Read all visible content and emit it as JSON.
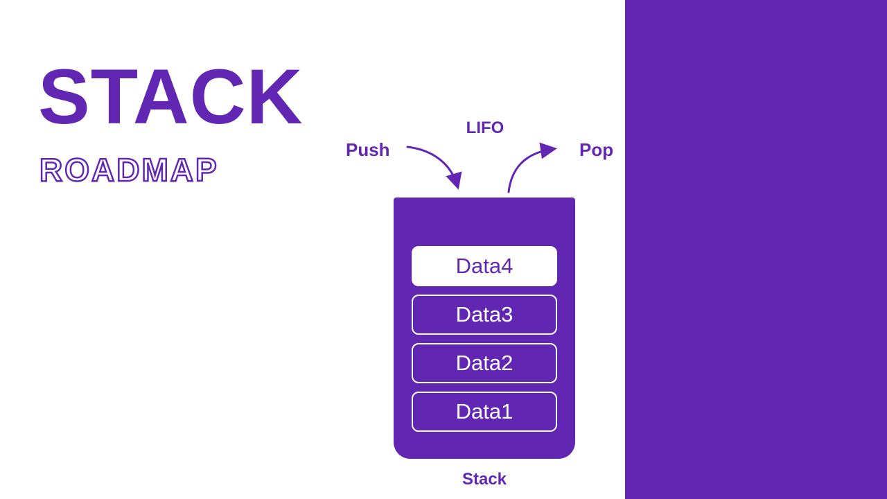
{
  "page": {
    "background_color": "#ffffff",
    "accent_color": "#6227b2"
  },
  "header": {
    "title": "STACK",
    "subtitle": "ROADMAP"
  },
  "diagram": {
    "lifo_label": "LIFO",
    "push_label": "Push",
    "pop_label": "Pop",
    "stack_caption": "Stack",
    "items": [
      {
        "label": "Data4",
        "highlighted": true
      },
      {
        "label": "Data3",
        "highlighted": false
      },
      {
        "label": "Data2",
        "highlighted": false
      },
      {
        "label": "Data1",
        "highlighted": false
      }
    ]
  }
}
